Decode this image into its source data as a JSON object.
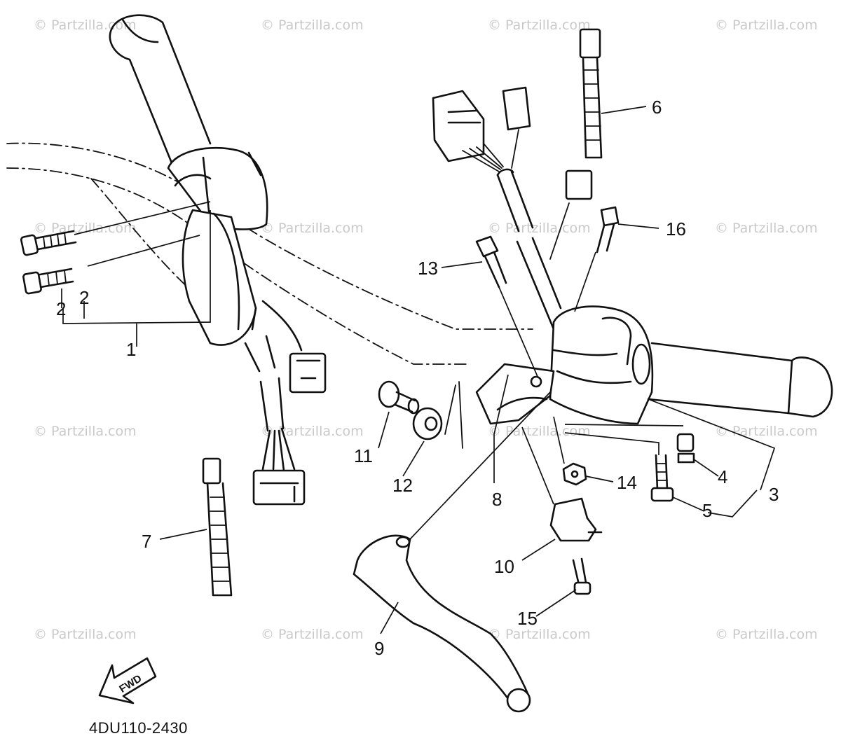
{
  "diagram": {
    "drawing_code": "4DU110-2430",
    "direction_label": "FWD",
    "watermark": "© Partzilla.com",
    "callouts": [
      {
        "id": "c1",
        "text": "1"
      },
      {
        "id": "c2a",
        "text": "2"
      },
      {
        "id": "c2b",
        "text": "2"
      },
      {
        "id": "c3",
        "text": "3"
      },
      {
        "id": "c4",
        "text": "4"
      },
      {
        "id": "c5",
        "text": "5"
      },
      {
        "id": "c6",
        "text": "6"
      },
      {
        "id": "c7",
        "text": "7"
      },
      {
        "id": "c8",
        "text": "8"
      },
      {
        "id": "c9",
        "text": "9"
      },
      {
        "id": "c10",
        "text": "10"
      },
      {
        "id": "c11",
        "text": "11"
      },
      {
        "id": "c12",
        "text": "12"
      },
      {
        "id": "c13",
        "text": "13"
      },
      {
        "id": "c14",
        "text": "14"
      },
      {
        "id": "c15",
        "text": "15"
      },
      {
        "id": "c16",
        "text": "16"
      }
    ]
  }
}
